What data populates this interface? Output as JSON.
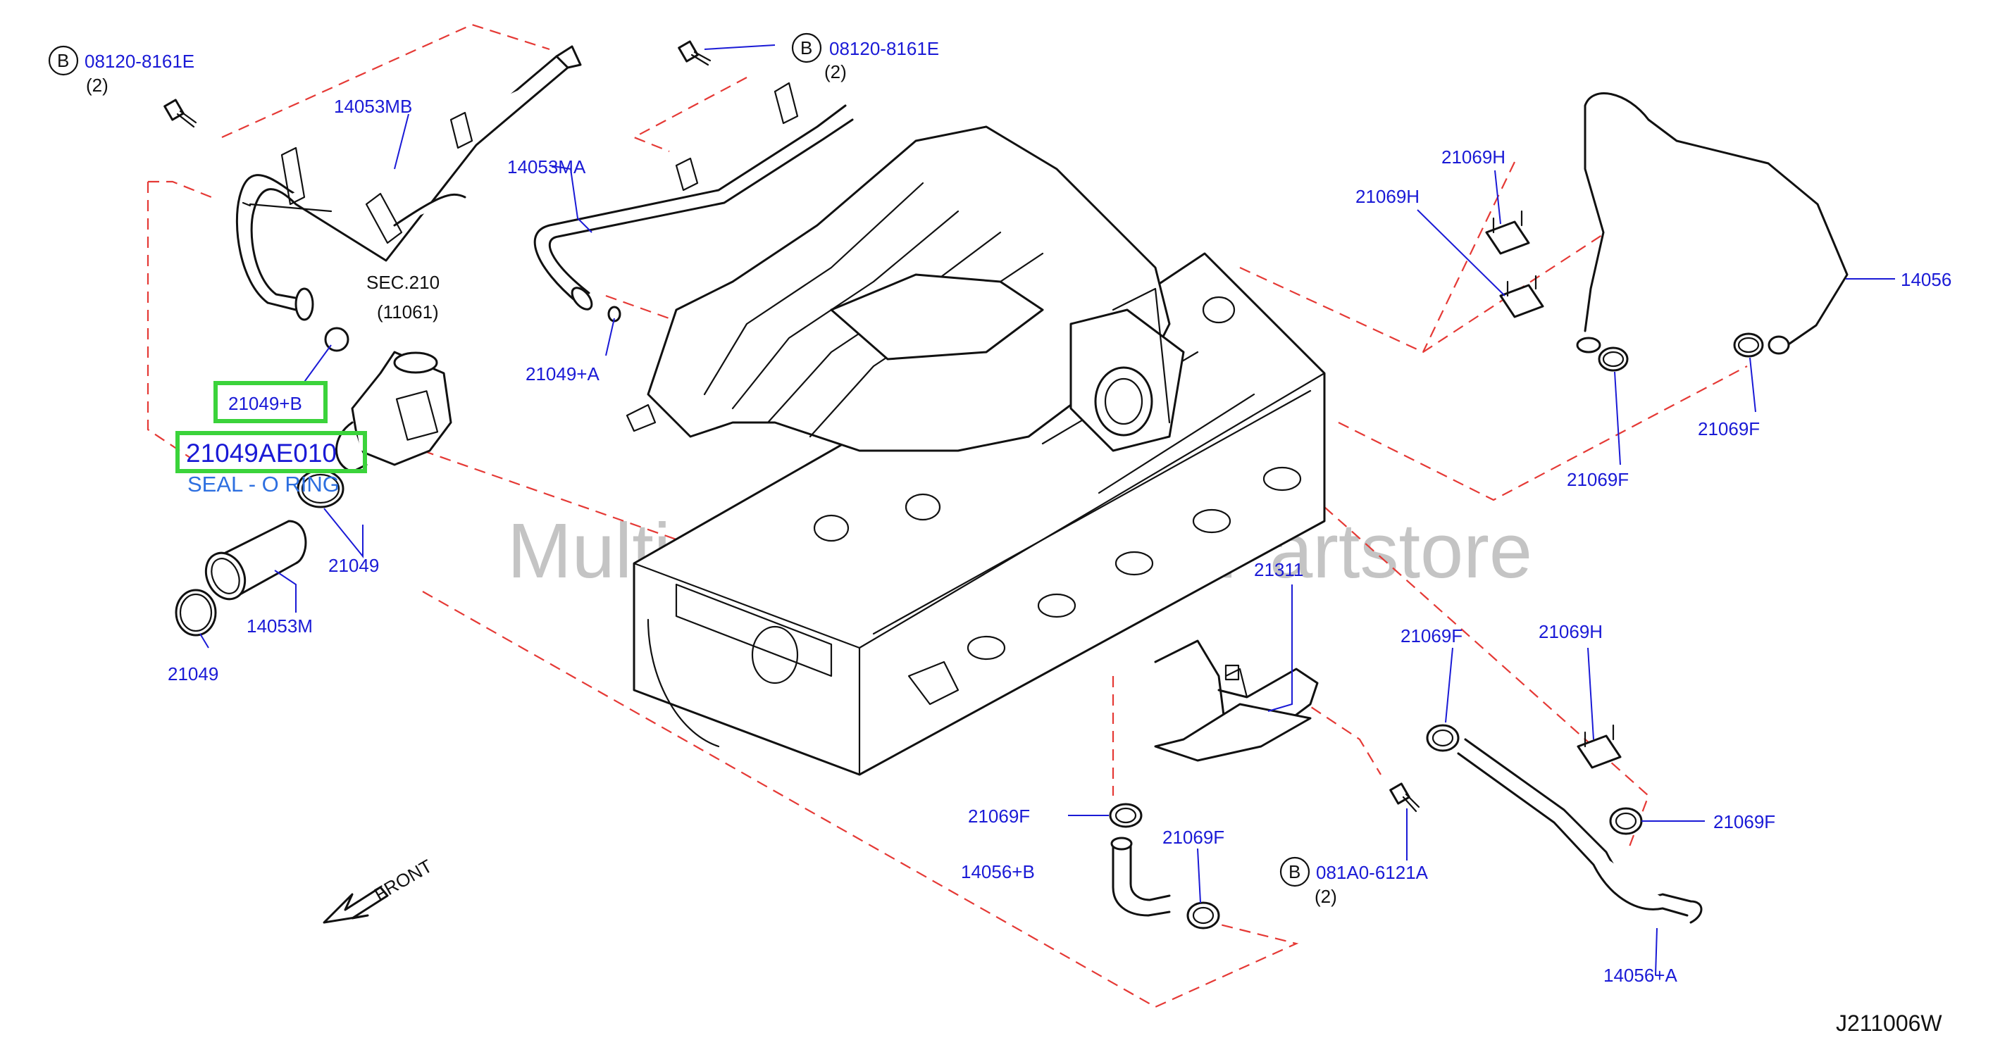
{
  "watermark": "Multi-Merchant Auto Partstore",
  "diagram_code": "J211006W",
  "front_label": "FRONT",
  "highlight": {
    "part_number": "21049AE010",
    "description": "SEAL - O RING"
  },
  "labels": {
    "bolt_tl_prefix": "B",
    "bolt_tl_part": "08120-8161E",
    "bolt_tl_qty": "(2)",
    "bolt_tc_prefix": "B",
    "bolt_tc_part": "08120-8161E",
    "bolt_tc_qty": "(2)",
    "bolt_br_prefix": "B",
    "bolt_br_part": "081A0-6121A",
    "bolt_br_qty": "(2)",
    "p14053MB": "14053MB",
    "p14053MA": "14053MA",
    "sec_ref": "SEC.210",
    "sec_part": "(11061)",
    "p21049B": "21049+B",
    "p21049A": "21049+A",
    "p21049_a": "21049",
    "p21049_b": "21049",
    "p14053M": "14053M",
    "p21069H_top": "21069H",
    "p21069H_left": "21069H",
    "p21069H_right": "21069H",
    "p14056": "14056",
    "p21069F_r1": "21069F",
    "p21069F_r2": "21069F",
    "p21311": "21311",
    "p21069F_mid": "21069F",
    "p21069F_low1": "21069F",
    "p21069F_low2": "21069F",
    "p21069F_low3": "21069F",
    "p14056B": "14056+B",
    "p14056A": "14056+A"
  }
}
